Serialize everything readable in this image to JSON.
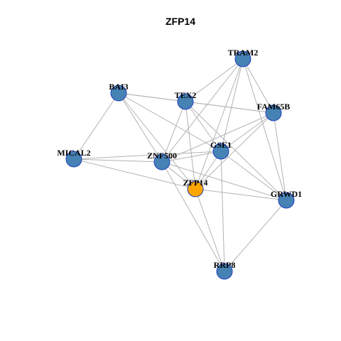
{
  "title": "ZFP14",
  "colors": {
    "default_node": "#4682B4",
    "focus_node": "#FFA500",
    "edge": "#B3B3B3",
    "node_border": "#1F3FBF"
  },
  "nodes": [
    {
      "id": "TRAM2",
      "label": "TRAM2"
    },
    {
      "id": "BAI3",
      "label": "BAI3"
    },
    {
      "id": "TEX2",
      "label": "TEX2"
    },
    {
      "id": "FAM65B",
      "label": "FAM65B"
    },
    {
      "id": "MICAL2",
      "label": "MICAL2"
    },
    {
      "id": "ZNF500",
      "label": "ZNF500"
    },
    {
      "id": "GSE1",
      "label": "GSE1"
    },
    {
      "id": "ZFP14",
      "label": "ZFP14",
      "focus": true
    },
    {
      "id": "GRWD1",
      "label": "GRWD1"
    },
    {
      "id": "RRP8",
      "label": "RRP8"
    }
  ],
  "edges": [
    [
      "TRAM2",
      "TEX2"
    ],
    [
      "TRAM2",
      "FAM65B"
    ],
    [
      "TRAM2",
      "ZNF500"
    ],
    [
      "TRAM2",
      "GSE1"
    ],
    [
      "TRAM2",
      "ZFP14"
    ],
    [
      "TRAM2",
      "GRWD1"
    ],
    [
      "BAI3",
      "TEX2"
    ],
    [
      "BAI3",
      "FAM65B"
    ],
    [
      "BAI3",
      "MICAL2"
    ],
    [
      "BAI3",
      "ZNF500"
    ],
    [
      "BAI3",
      "GSE1"
    ],
    [
      "BAI3",
      "ZFP14"
    ],
    [
      "TEX2",
      "FAM65B"
    ],
    [
      "TEX2",
      "ZNF500"
    ],
    [
      "TEX2",
      "GSE1"
    ],
    [
      "TEX2",
      "ZFP14"
    ],
    [
      "TEX2",
      "GRWD1"
    ],
    [
      "FAM65B",
      "ZNF500"
    ],
    [
      "FAM65B",
      "GSE1"
    ],
    [
      "FAM65B",
      "ZFP14"
    ],
    [
      "FAM65B",
      "GRWD1"
    ],
    [
      "MICAL2",
      "ZNF500"
    ],
    [
      "MICAL2",
      "GSE1"
    ],
    [
      "MICAL2",
      "ZFP14"
    ],
    [
      "ZNF500",
      "GSE1"
    ],
    [
      "ZNF500",
      "ZFP14"
    ],
    [
      "ZNF500",
      "GRWD1"
    ],
    [
      "ZNF500",
      "RRP8"
    ],
    [
      "GSE1",
      "ZFP14"
    ],
    [
      "GSE1",
      "GRWD1"
    ],
    [
      "GSE1",
      "RRP8"
    ],
    [
      "ZFP14",
      "GRWD1"
    ],
    [
      "ZFP14",
      "RRP8"
    ],
    [
      "GRWD1",
      "RRP8"
    ]
  ]
}
